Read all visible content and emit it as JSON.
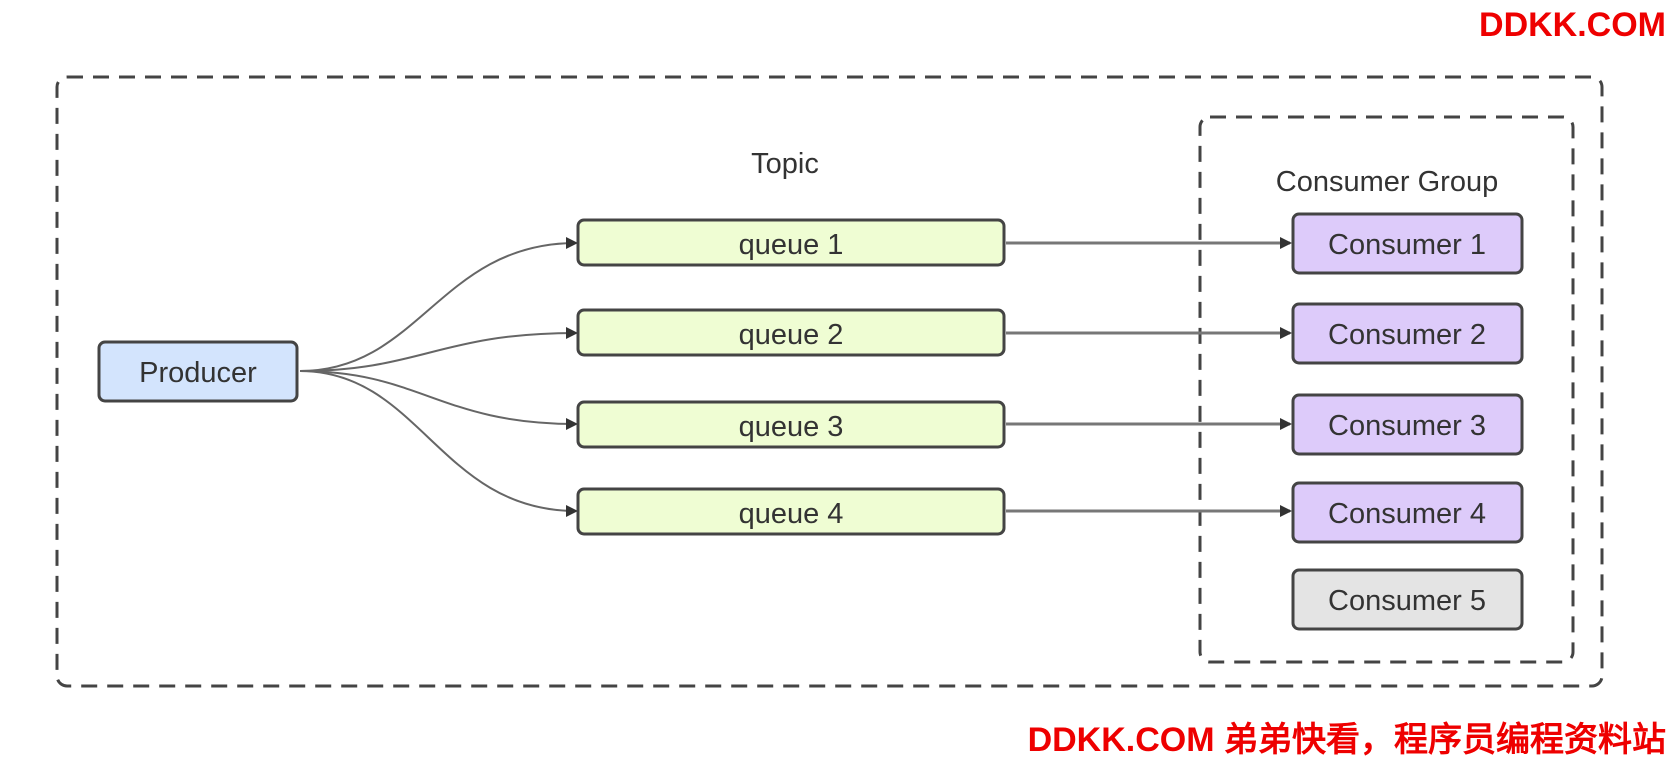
{
  "watermark_top": "DDKK.COM",
  "watermark_bottom": "DDKK.COM 弟弟快看，程序员编程资料站",
  "topic_label": "Topic",
  "group_label": "Consumer Group",
  "producer_label": "Producer",
  "queues": [
    "queue 1",
    "queue 2",
    "queue 3",
    "queue 4"
  ],
  "consumers": [
    "Consumer 1",
    "Consumer 2",
    "Consumer 3",
    "Consumer 4",
    "Consumer 5"
  ],
  "colors": {
    "producer_fill": "#d3e4fd",
    "queue_fill": "#effdd3",
    "consumer_fill": "#ddcbfa",
    "idle_consumer_fill": "#e4e4e4",
    "stroke": "#444444",
    "watermark": "#ee0000"
  }
}
